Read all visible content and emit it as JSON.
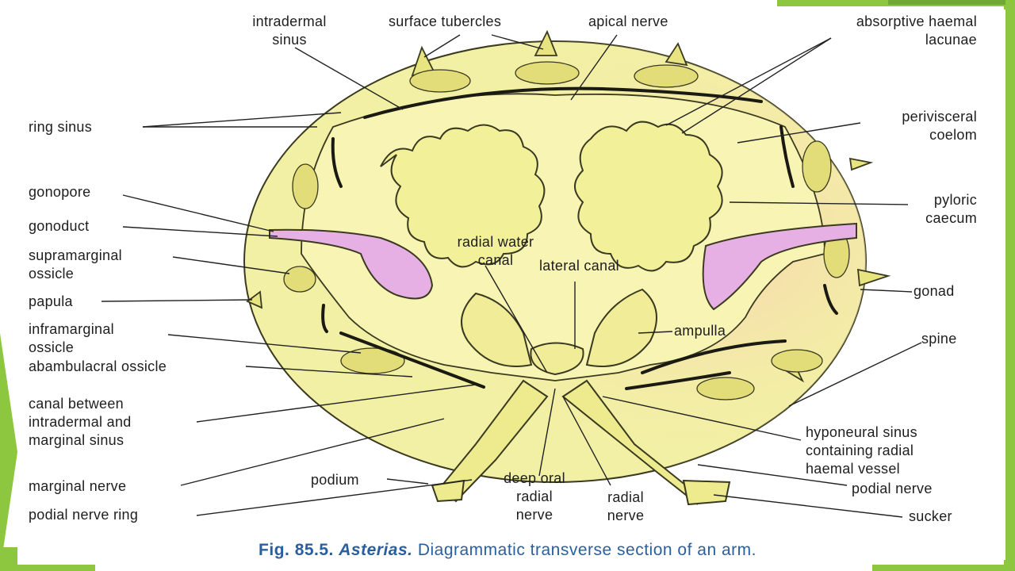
{
  "labels": {
    "intradermal_sinus": "intradermal\nsinus",
    "surface_tubercles": "surface tubercles",
    "apical_nerve": "apical nerve",
    "absorptive_haemal_lacunae": "absorptive haemal\nlacunae",
    "ring_sinus": "ring sinus",
    "perivisceral_coelom": "perivisceral\ncoelom",
    "gonopore": "gonopore",
    "pyloric_caecum": "pyloric\ncaecum",
    "gonoduct": "gonoduct",
    "radial_water_canal": "radial water\ncanal",
    "lateral_canal": "lateral canal",
    "supramarginal_ossicle": "supramarginal\nossicle",
    "gonad": "gonad",
    "papula": "papula",
    "ampulla": "ampulla",
    "inframarginal_ossicle": "inframarginal\nossicle",
    "spine": "spine",
    "abambulacral_ossicle": "abambulacral ossicle",
    "canal_between": "canal between\nintradermal and\nmarginal sinus",
    "hyponeural_sinus": "hyponeural sinus\ncontaining radial\nhaemal vessel",
    "marginal_nerve": "marginal nerve",
    "podium": "podium",
    "deep_oral_radial_nerve": "deep oral\nradial\nnerve",
    "radial_nerve": "radial\nnerve",
    "podial_nerve": "podial nerve",
    "podial_nerve_ring": "podial nerve ring",
    "sucker": "sucker"
  },
  "caption": {
    "fig": "Fig. 85.5.",
    "genus": "Asterias.",
    "text": "Diagrammatic transverse section of an arm."
  },
  "colors": {
    "body": "#f4f2a8",
    "wall": "#e6e27a",
    "outline": "#2b2b1e",
    "coelom_tint": "#f7d6b6",
    "gonad": "#e2a8e0",
    "accent": "#8dc63f",
    "caption": "#2a5f9e"
  }
}
